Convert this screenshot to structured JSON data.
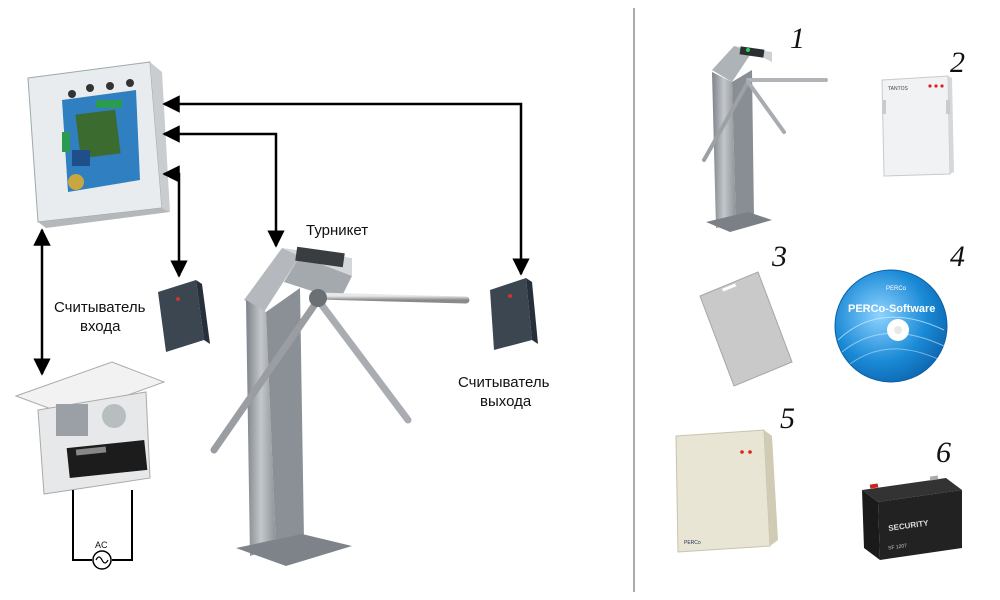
{
  "labels": {
    "turnstile": "Турникет",
    "entry_reader_line1": "Считыватель",
    "entry_reader_line2": "входа",
    "exit_reader_line1": "Считыватель",
    "exit_reader_line2": "выхода",
    "ac": "AC"
  },
  "components": [
    {
      "number": "1"
    },
    {
      "number": "2"
    },
    {
      "number": "3"
    },
    {
      "number": "4"
    },
    {
      "number": "5"
    },
    {
      "number": "6"
    }
  ],
  "product_text": {
    "cd_title": "PERCo-Software",
    "cd_brand": "PERCo",
    "battery_brand": "SECURITY",
    "battery_model": "SF 1207",
    "psu_brand": "PERCo",
    "small_box_brand": "TANTOS"
  },
  "colors": {
    "line": "#000000",
    "metal": "#9aa0a6",
    "board": "#2f7fc1",
    "cd": "#1f8fd8"
  }
}
